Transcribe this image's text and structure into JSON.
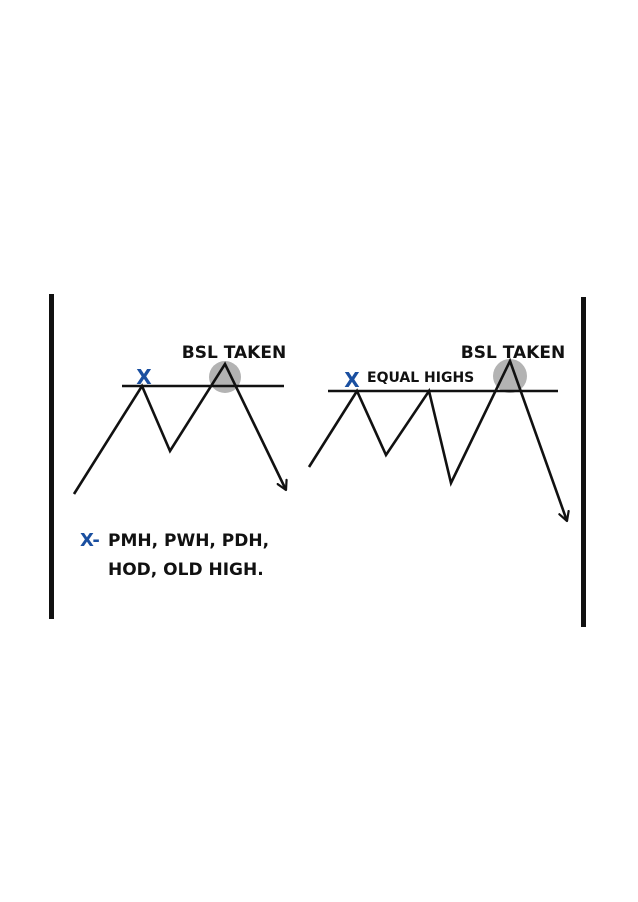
{
  "colors": {
    "line": "#111111",
    "accent_blue": "#1a4fa0",
    "sweep_circle": "#b3b3b3",
    "background": "#ffffff"
  },
  "left_diagram": {
    "x_marker": "X",
    "bsl_label": "BSL TAKEN",
    "legend": {
      "marker": "X-",
      "line1": "PMH, PWH, PDH,",
      "line2": "HOD, OLD HIGH."
    }
  },
  "right_diagram": {
    "x_marker": "X",
    "equal_highs_label": "EQUAL HIGHS",
    "bsl_label": "BSL TAKEN"
  }
}
